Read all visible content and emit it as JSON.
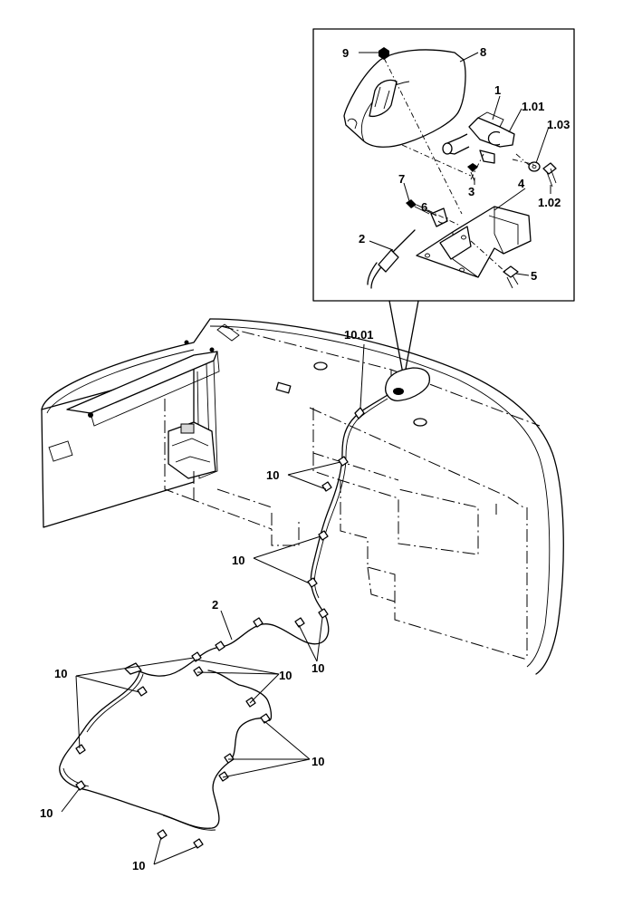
{
  "labels": {
    "l1": "1",
    "l101": "1.01",
    "l102": "1.02",
    "l103": "1.03",
    "l2": "2",
    "l3": "3",
    "l4": "4",
    "l5": "5",
    "l6": "6",
    "l7": "7",
    "l8": "8",
    "l9": "9",
    "l1001": "10.01",
    "l10a": "10",
    "l10b": "10",
    "l2b": "2",
    "l10c": "10",
    "l10d": "10",
    "l10e": "10",
    "l10f": "10",
    "l10g": "10",
    "l10h": "10"
  }
}
